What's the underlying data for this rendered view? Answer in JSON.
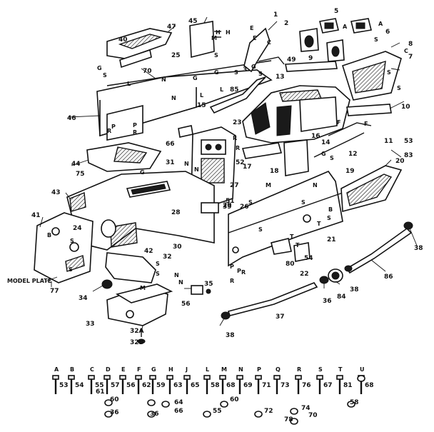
{
  "callouts": {
    "c1": "1",
    "c2": "2",
    "c3": "3",
    "c5": "5",
    "c6": "6",
    "c7": "7",
    "c8": "8",
    "c9": "9",
    "c10": "10",
    "c11": "11",
    "c12": "12",
    "c13": "13",
    "c14": "14",
    "c15": "15",
    "c16": "16",
    "c17": "17",
    "c18": "18",
    "c19": "19",
    "c20": "20",
    "c21": "21",
    "c22": "22",
    "c23": "23",
    "c24": "24",
    "c25": "25",
    "c26": "26",
    "c27": "27",
    "c28": "28",
    "c29": "29",
    "c30": "30",
    "c31": "31",
    "c32": "32",
    "c32a": "32A",
    "c32b": "32B",
    "c33": "33",
    "c34": "34",
    "c35": "35",
    "c36": "36",
    "c37": "37",
    "c38": "38",
    "c38b": "38",
    "c38c": "38",
    "c39": "39",
    "c40": "40",
    "c41": "41",
    "c42": "42",
    "c43": "43",
    "c44": "44",
    "c45": "45",
    "c46": "46",
    "c47": "47",
    "c49": "49",
    "c51": "51",
    "c52": "52",
    "c53": "53",
    "c54": "54",
    "c56": "56",
    "c66": "66",
    "c70": "70",
    "c75": "75",
    "c77": "77",
    "c80": "80",
    "c83": "83",
    "c84": "84",
    "c85": "85",
    "c86": "86"
  },
  "model_plate_label": "MODEL PLATE",
  "hardware": [
    {
      "letter": "A",
      "num": "53"
    },
    {
      "letter": "B",
      "num": "54"
    },
    {
      "letter": "C",
      "num": "55"
    },
    {
      "letter": "D",
      "num": "57"
    },
    {
      "letter": "E",
      "num": "56"
    },
    {
      "letter": "F",
      "num": "62"
    },
    {
      "letter": "G",
      "num": "59"
    },
    {
      "letter": "H",
      "num": "63"
    },
    {
      "letter": "J",
      "num": "65"
    },
    {
      "letter": "L",
      "num": "58"
    },
    {
      "letter": "M",
      "num": "68"
    },
    {
      "letter": "N",
      "num": "69"
    },
    {
      "letter": "P",
      "num": "71"
    },
    {
      "letter": "Q",
      "num": "73"
    },
    {
      "letter": "R",
      "num": "76"
    },
    {
      "letter": "S",
      "num": "67"
    },
    {
      "letter": "T",
      "num": "81"
    },
    {
      "letter": "U",
      "num": "68"
    }
  ],
  "hardware_extra": {
    "n61": "61",
    "n60": "60",
    "n36": "36",
    "n64": "64",
    "n66": "66",
    "n55": "55",
    "n60b": "60",
    "n72": "72",
    "n74": "74",
    "n78": "78",
    "n70": "70",
    "n58": "58",
    "n36b": "36"
  }
}
